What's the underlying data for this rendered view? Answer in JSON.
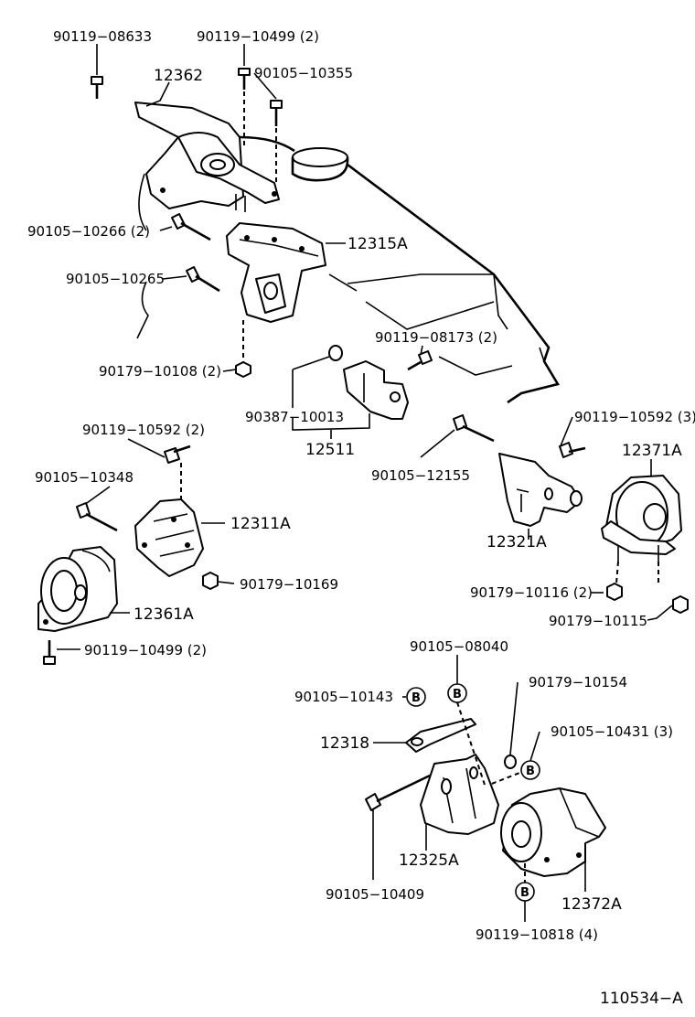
{
  "labels": {
    "p_90119_08633": "90119−08633",
    "p_90119_10499_2_top": "90119−10499 (2)",
    "p_12362": "12362",
    "p_90105_10355": "90105−10355",
    "p_90105_10266": "90105−10266 (2)",
    "p_12315A": "12315A",
    "p_90105_10265": "90105−10265",
    "p_90119_08173": "90119−08173 (2)",
    "p_90179_10108": "90179−10108 (2)",
    "p_90387_10013": "90387−10013",
    "p_12511": "12511",
    "p_90119_10592_2": "90119−10592 (2)",
    "p_90119_10592_3": "90119−10592 (3)",
    "p_12371A": "12371A",
    "p_90105_10348": "90105−10348",
    "p_12311A": "12311A",
    "p_90105_12155": "90105−12155",
    "p_12321A": "12321A",
    "p_90179_10169": "90179−10169",
    "p_12361A": "12361A",
    "p_90179_10116": "90179−10116 (2)",
    "p_90179_10115": "90179−10115",
    "p_90119_10499_2_bottom": "90119−10499 (2)",
    "p_90105_08040": "90105−08040",
    "p_90105_10143": "90105−10143",
    "p_90179_10154": "90179−10154",
    "p_12318": "12318",
    "p_90105_10431": "90105−10431 (3)",
    "p_12325A": "12325A",
    "p_90105_10409": "90105−10409",
    "p_12372A": "12372A",
    "p_90119_10818": "90119−10818 (4)",
    "callout_b": "B",
    "diagram_id": "110534−A"
  }
}
